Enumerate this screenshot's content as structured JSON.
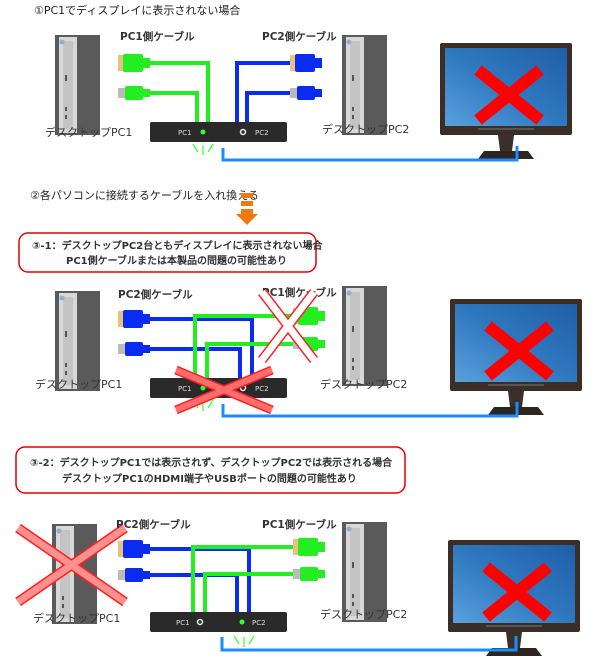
{
  "section1": {
    "title": "①PC1でディスプレイに表示されない場合",
    "pc1_cable_label": "PC1側ケーブル",
    "pc2_cable_label": "PC2側ケーブル",
    "pc1_label": "デスクトップPC1",
    "pc2_label": "デスクトップPC2",
    "switch_port1": "PC1",
    "switch_port2": "PC2"
  },
  "section2": {
    "title": "②各パソコンに接続するケーブルを入れ換える",
    "note_line1": "③-1：デスクトップPC2台ともディスプレイに表示されない場合",
    "note_line2": "PC1側ケーブルまたは本製品の問題の可能性あり",
    "left_cable_label": "PC2側ケーブル",
    "right_cable_label": "PC1側ケーブル",
    "pc1_label": "デスクトップPC1",
    "pc2_label": "デスクトップPC2",
    "switch_port1": "PC1",
    "switch_port2": "PC2"
  },
  "section3": {
    "note_line1": "③-2：デスクトップPC1では表示されず、デスクトップPC2では表示される場合",
    "note_line2": "デスクトップPC1のHDMI端子やUSBポートの問題の可能性あり",
    "left_cable_label": "PC2側ケーブル",
    "right_cable_label": "PC1側ケーブル",
    "pc1_label": "デスクトップPC1",
    "pc2_label": "デスクトップPC2",
    "switch_port1": "PC1",
    "switch_port2": "PC2"
  },
  "colors": {
    "green": "#22ee22",
    "blue": "#0a2cf0",
    "x_red": "#ff0000",
    "note_border": "#e00000",
    "arrow": "#f07a10",
    "video_line": "#1a8cff"
  }
}
